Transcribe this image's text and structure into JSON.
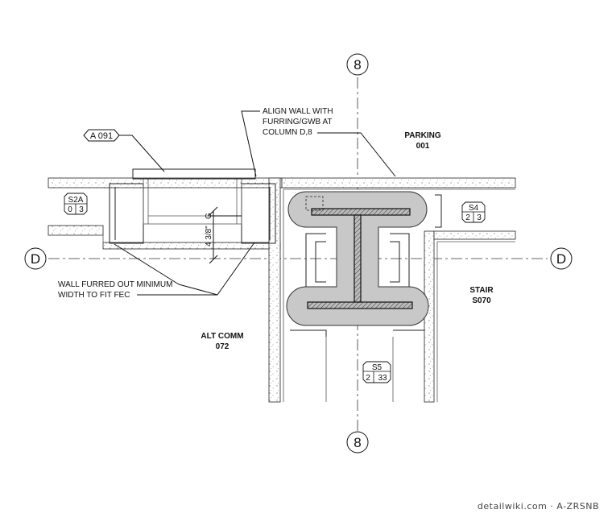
{
  "grid": {
    "column_top": "8",
    "column_bottom": "8",
    "row_left": "D",
    "row_right": "D"
  },
  "section_tag": "A 091",
  "notes": {
    "align_wall": [
      "ALIGN WALL WITH",
      "FURRING/GWB AT",
      "COLUMN D,8"
    ],
    "wall_furred": [
      "WALL FURRED OUT MINIMUM",
      "WIDTH TO FIT FEC"
    ]
  },
  "rooms": {
    "parking": {
      "name": "PARKING",
      "number": "001"
    },
    "stair": {
      "name": "STAIR",
      "number": "S070"
    },
    "alt_comm": {
      "name": "ALT COMM",
      "number": "072"
    }
  },
  "dimension": {
    "text": "4 3/8\"",
    "mark": "G"
  },
  "wall_tags": {
    "s2a": {
      "type": "S2A",
      "left": "0",
      "right": "3"
    },
    "s4": {
      "type": "S4",
      "left": "2",
      "right": "3"
    },
    "s5": {
      "type": "S5",
      "left": "2",
      "right": "33"
    }
  },
  "credit": "detailwiki.com · A-ZRSNB",
  "colors": {
    "column_fill": "#c8c8c8",
    "steel": "#111111",
    "line": "#222222"
  }
}
